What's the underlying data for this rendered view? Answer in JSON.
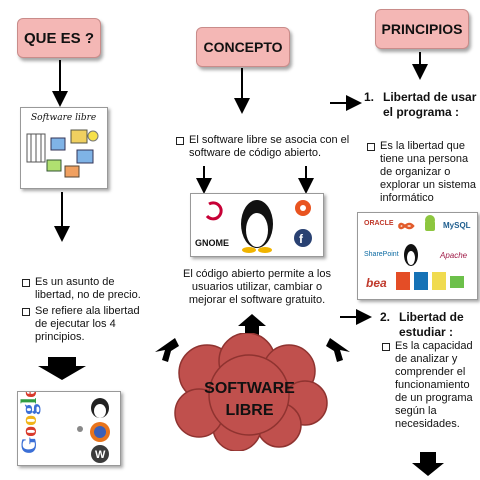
{
  "headers": {
    "que_es": "QUE ES ?",
    "concepto": "CONCEPTO",
    "principios": "PRINCIPIOS"
  },
  "left": {
    "image_caption": "Software libre",
    "bullets": [
      "Es un asunto de libertad, no  de precio.",
      "Se refiere ala libertad de ejecutar los 4 principios."
    ]
  },
  "center": {
    "bullet": "El software  libre se asocia con el software de código abierto.",
    "image_label": "GNOME",
    "paragraph": "El código abierto permite a los usuarios utilizar, cambiar o mejorar el software gratuito.",
    "cloud_line1": "SOFTWARE",
    "cloud_line2": "LIBRE"
  },
  "right": {
    "p1_number": "1.",
    "p1_title": "Libertad de usar el programa :",
    "p1_bullet": "Es la libertad que tiene una persona de organizar o explorar un sistema informático",
    "p2_number": "2.",
    "p2_title": "Libertad de estudiar :",
    "p2_bullet": "Es la capacidad de analizar y comprender el funcionamiento de un programa según la necesidades.",
    "logos": [
      "ORACLE",
      "MySQL",
      "Apache",
      "SharePoint",
      "bea"
    ]
  },
  "bottom_left_logos": [
    "Google"
  ],
  "colors": {
    "header_fill": "#f4b7b5",
    "cloud_fill": "#c0504d",
    "arrow": "#000000"
  }
}
